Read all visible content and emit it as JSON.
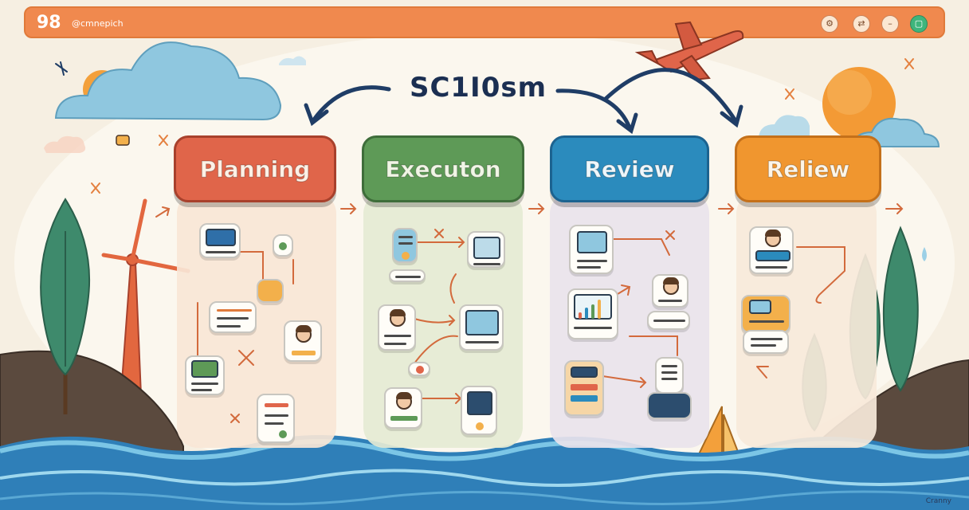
{
  "topbar": {
    "number": "98",
    "handle": "@cmnepich",
    "controls": [
      {
        "icon": "settings-icon",
        "glyph": "⚙"
      },
      {
        "icon": "share-icon",
        "glyph": "⇄"
      },
      {
        "icon": "minimize-icon",
        "glyph": "–"
      },
      {
        "icon": "maximize-icon",
        "glyph": "▢"
      }
    ]
  },
  "diagram": {
    "title": "SC1I0sm",
    "stages": [
      {
        "label": "Planning",
        "color": "#e0654a"
      },
      {
        "label": "Executon",
        "color": "#5e9a57"
      },
      {
        "label": "Review",
        "color": "#2b8bbd"
      },
      {
        "label": "Reliew",
        "color": "#f0962f"
      }
    ]
  },
  "credit": "Cranny",
  "colors": {
    "sky": "#f6efe2",
    "ocean": "#2f7fb8",
    "wave_light": "#7cc6e6",
    "cloud": "#8fc7df",
    "sun": "#f39a35",
    "arrow": "#1f3d66",
    "connector": "#d36a3c"
  }
}
